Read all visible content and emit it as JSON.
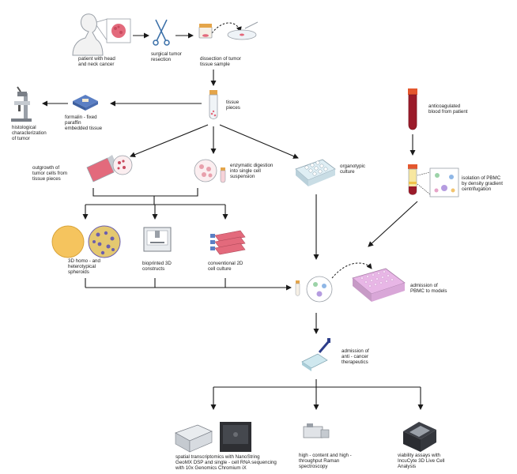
{
  "labels": {
    "patient": "patient with head\nand neck cancer",
    "resection": "surgical tumor\nresection",
    "dissection": "dissection of tumor\ntissue sample",
    "tissue_pieces": "tissue\npieces",
    "ffpe": "formalin - fixed\nparaffin\nembedded tissue",
    "histology": "histological\ncharacterization\nof tumor",
    "anticoag": "anticoagulated\nblood from patient",
    "outgrowth": "outgrowth of\ntumor cells from\ntissue pieces",
    "enzymatic": "enzymatic digestion\ninto single cell\nsuspension",
    "organotypic": "organotypic\nculture",
    "pbmc_isolation": "isolation of PBMC\nby density gradient\ncentrifugation",
    "spheroids": "3D homo - and\nheterotypical\nspheroids",
    "bioprinted": "bioprinted 3D\nconstructs",
    "conventional": "conventional 2D\ncell culture",
    "admission_pbmc": "admission of\nPBMC to models",
    "admission_drugs": "admission of\nanti - cancer\ntherapeutics",
    "spatial": "spatial transcriptomics with NanoString\nGeoMX DSP and single - cell RNA sequencing\nwith 10x Genomics Chromium iX",
    "raman": "high - content and high -\nthroughput Raman\nspectroscopy",
    "viability": "viability assays with\nIncuCyte 3D Live Cell\nAnalysis"
  },
  "colors": {
    "arrow": "#1a1a1a",
    "tumor_pink": "#e36a7c",
    "blood_red": "#9b1b2a",
    "plate_pink": "#e8b6e6",
    "plate_teal": "#cfe8ef",
    "spheroid_yellow": "#f5c45e",
    "spheroid_purple": "#6b5fae",
    "petri_blue": "#dce8f2",
    "device_gray": "#9aa0a8"
  },
  "icons": [
    "patient-icon",
    "scissors-icon",
    "petri-dish-icon",
    "tissue-tube-icon",
    "ffpe-cassette-icon",
    "microscope-icon",
    "blood-tube-icon",
    "flask-icon",
    "cell-suspension-icon",
    "organotypic-plate-icon",
    "pbmc-tube-icon",
    "spheroid-icon",
    "bioprinter-icon",
    "cell-culture-flask-icon",
    "well-plate-icon",
    "pipette-icon",
    "sequencer-icon",
    "raman-icon",
    "incucyte-icon"
  ]
}
